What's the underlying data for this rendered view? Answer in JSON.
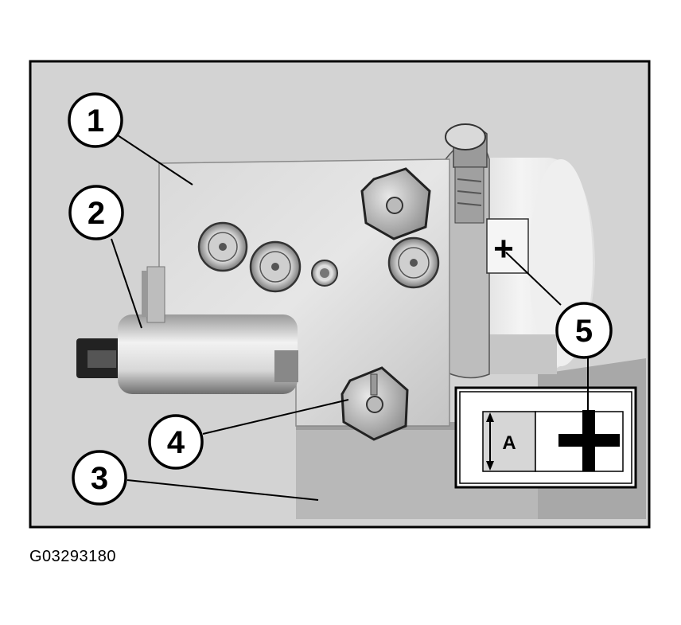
{
  "figure": {
    "image_id": "G03293180",
    "callouts": [
      {
        "number": "1"
      },
      {
        "number": "2"
      },
      {
        "number": "3"
      },
      {
        "number": "4"
      },
      {
        "number": "5"
      }
    ],
    "inset": {
      "scale_label": "A",
      "polarity_symbol": "+"
    },
    "terminal_marking": "+"
  }
}
